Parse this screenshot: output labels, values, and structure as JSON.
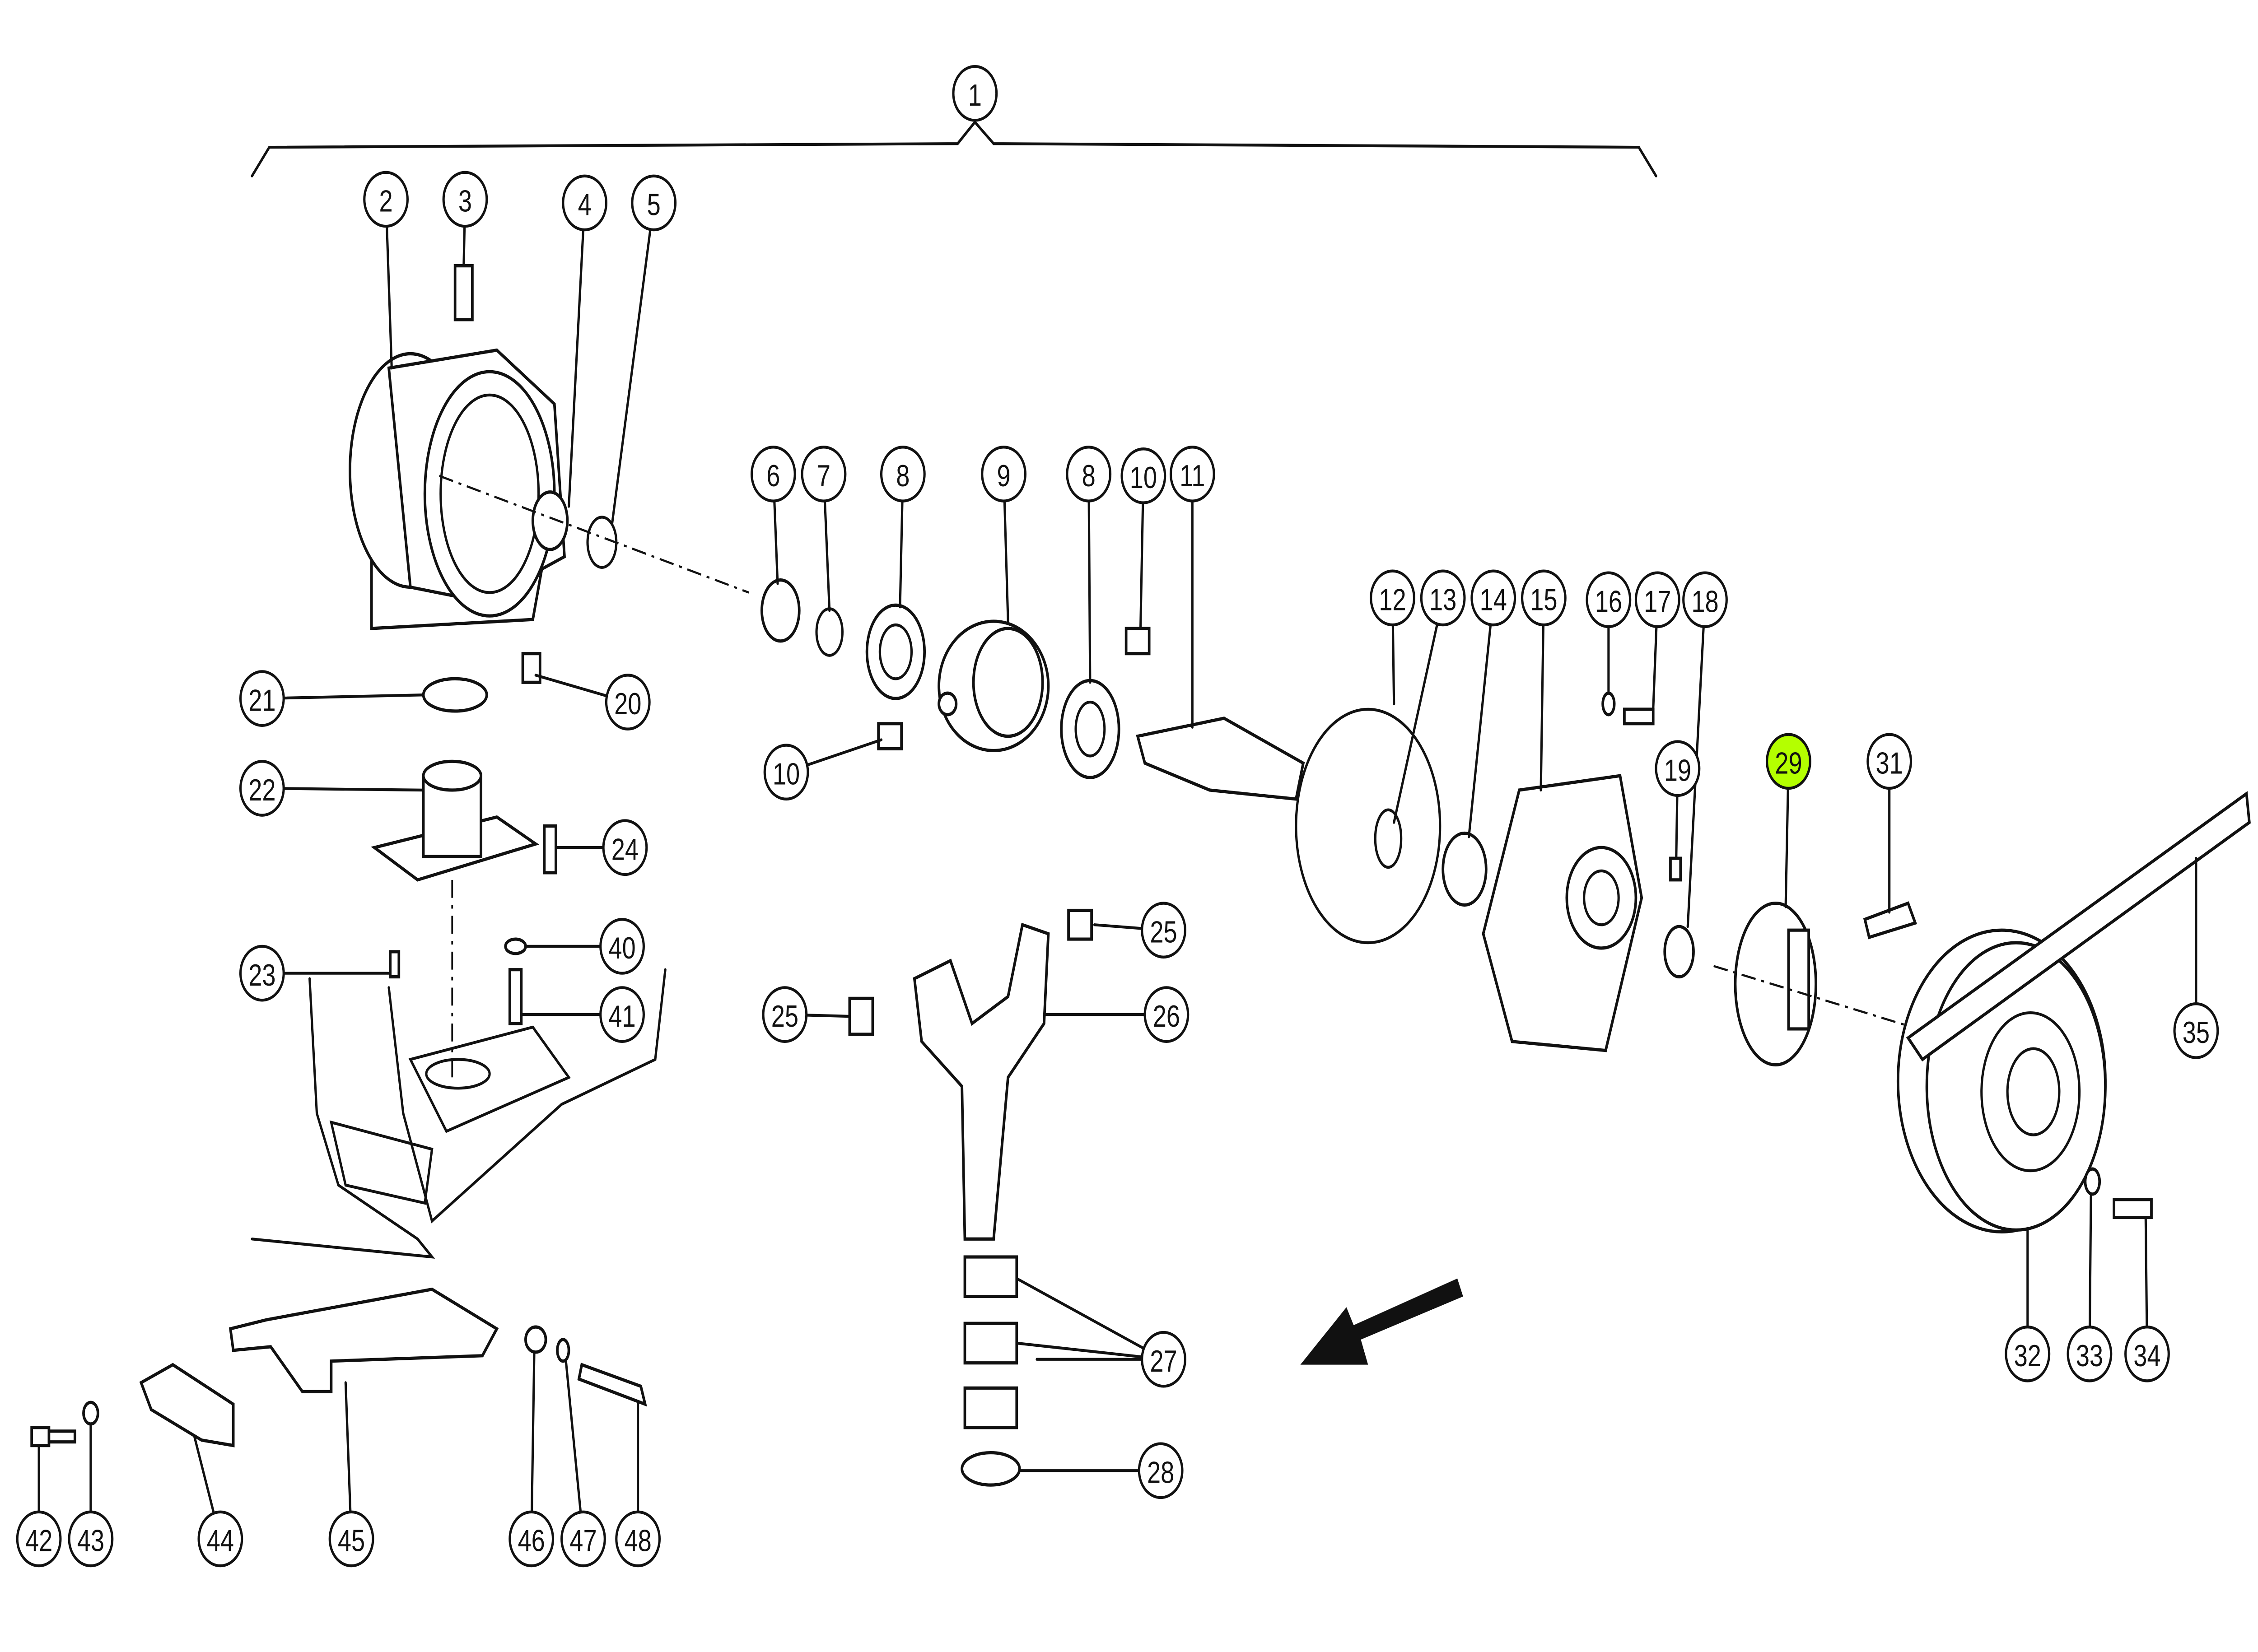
{
  "diagram": {
    "type": "exploded-parts-diagram",
    "highlight_color": "#b4ff00",
    "callouts": [
      {
        "label": "1"
      },
      {
        "label": "2"
      },
      {
        "label": "3"
      },
      {
        "label": "4"
      },
      {
        "label": "5"
      },
      {
        "label": "6"
      },
      {
        "label": "7"
      },
      {
        "label": "8"
      },
      {
        "label": "9"
      },
      {
        "label": "8"
      },
      {
        "label": "10"
      },
      {
        "label": "11"
      },
      {
        "label": "12"
      },
      {
        "label": "13"
      },
      {
        "label": "14"
      },
      {
        "label": "15"
      },
      {
        "label": "16"
      },
      {
        "label": "17"
      },
      {
        "label": "18"
      },
      {
        "label": "19"
      },
      {
        "label": "29",
        "highlighted": true
      },
      {
        "label": "31"
      },
      {
        "label": "21"
      },
      {
        "label": "20"
      },
      {
        "label": "10"
      },
      {
        "label": "22"
      },
      {
        "label": "24"
      },
      {
        "label": "40"
      },
      {
        "label": "23"
      },
      {
        "label": "41"
      },
      {
        "label": "25"
      },
      {
        "label": "25"
      },
      {
        "label": "26"
      },
      {
        "label": "35"
      },
      {
        "label": "32"
      },
      {
        "label": "33"
      },
      {
        "label": "34"
      },
      {
        "label": "27"
      },
      {
        "label": "28"
      },
      {
        "label": "42"
      },
      {
        "label": "43"
      },
      {
        "label": "44"
      },
      {
        "label": "45"
      },
      {
        "label": "46"
      },
      {
        "label": "47"
      },
      {
        "label": "48"
      }
    ]
  }
}
